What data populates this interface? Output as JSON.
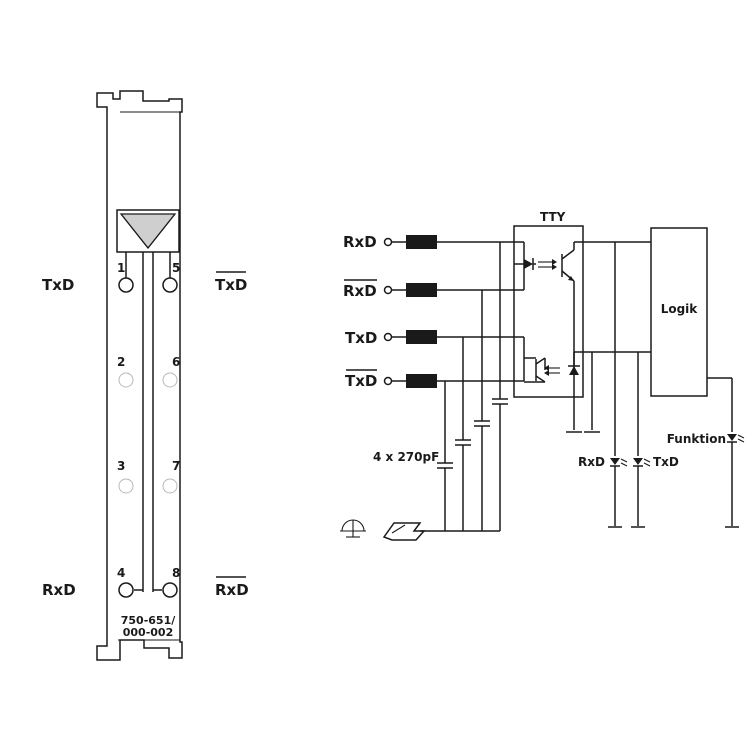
{
  "module": {
    "label_txd_left": "TxD",
    "label_rxd_left": "RxD",
    "label_txd_right": "TxD",
    "label_rxd_right": "RxD",
    "pins": [
      "1",
      "2",
      "3",
      "4",
      "5",
      "6",
      "7",
      "8"
    ],
    "part_number_line1": "750-651/",
    "part_number_line2": "000-002"
  },
  "schematic": {
    "terminals": [
      "RxD",
      "RxD",
      "TxD",
      "TxD"
    ],
    "capacitor_label": "4 x 270pF",
    "tty_label": "TTY",
    "logic_label": "Logik",
    "led_function": "Funktion",
    "led_rxd": "RxD",
    "led_txd": "TxD"
  },
  "colors": {
    "line": "#1a1a1a",
    "pale": "#b8b8b8",
    "background": "#ffffff"
  }
}
